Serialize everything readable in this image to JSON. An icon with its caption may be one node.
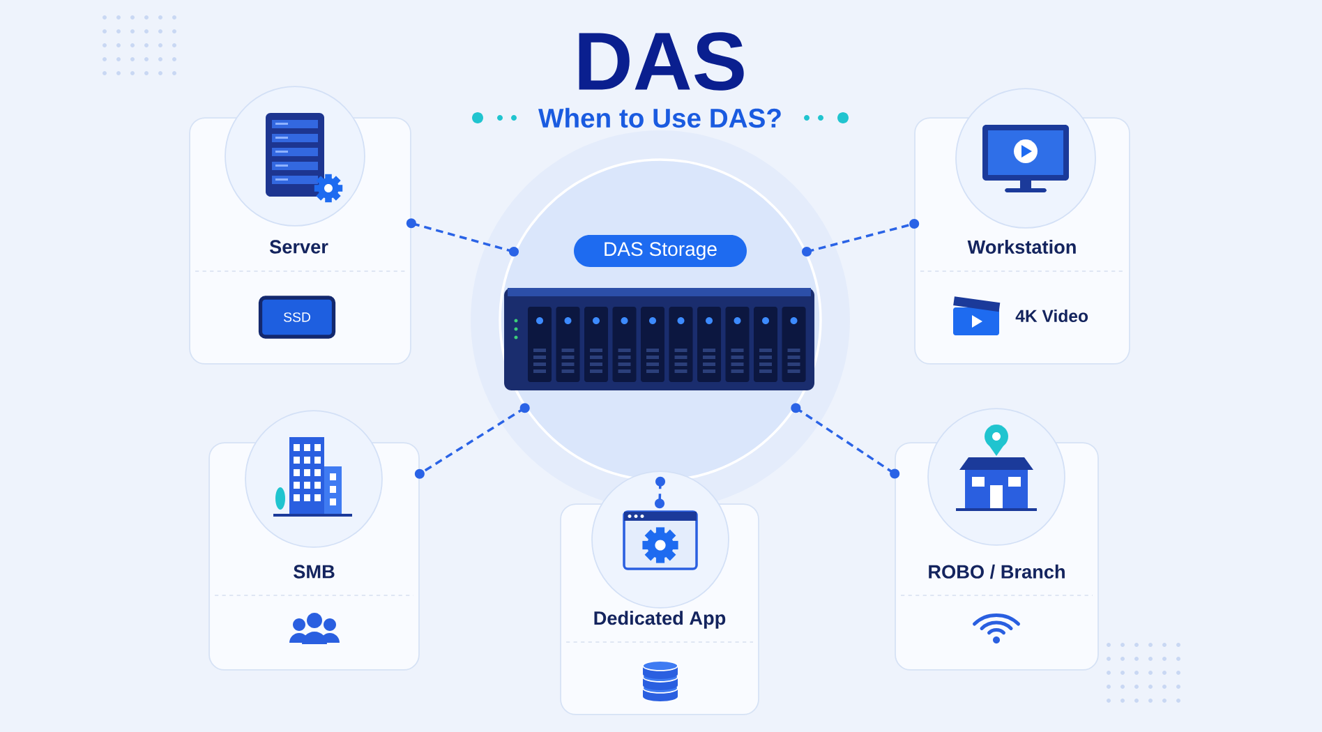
{
  "diagram": {
    "title": "DAS",
    "nodes": [
      {
        "text": [
          "DAS Storage"
        ]
      },
      {
        "text": [
          "Server",
          "SSD"
        ]
      },
      {
        "text": [
          "Workstation",
          "4K Video"
        ]
      },
      {
        "text": [
          "SMB"
        ]
      },
      {
        "text": [
          "Dedicated App"
        ]
      },
      {
        "text": [
          "ROBO / Branch"
        ]
      }
    ],
    "edges": [
      {
        "from": 0,
        "to": 1,
        "arrow": "other",
        "style": "dashed"
      },
      {
        "from": 0,
        "to": 2,
        "arrow": "other",
        "style": "dashed"
      },
      {
        "from": 0,
        "to": 3,
        "arrow": "other",
        "style": "dashed"
      },
      {
        "from": 0,
        "to": 4,
        "arrow": "other",
        "style": "dashed"
      },
      {
        "from": 0,
        "to": 5,
        "arrow": "other",
        "style": "dashed"
      }
    ],
    "labels": [
      "When to Use DAS?"
    ]
  }
}
